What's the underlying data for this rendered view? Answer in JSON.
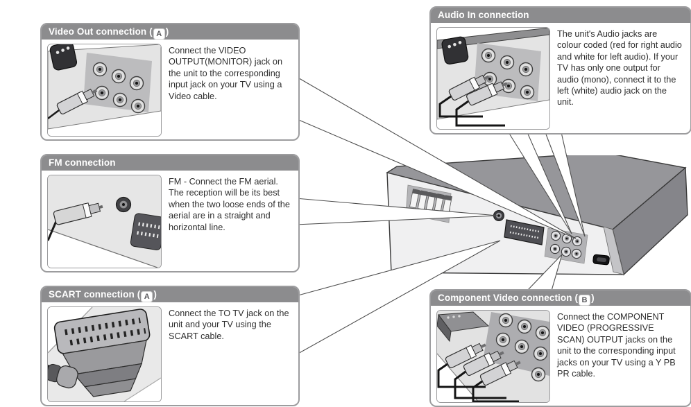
{
  "page": {
    "kind": "user-manual connection diagram",
    "background": "#ffffff"
  },
  "colors": {
    "callout_header_bg": "#8c8c8e",
    "callout_header_text": "#ffffff",
    "callout_border": "#9c9c9e",
    "body_text": "#2e2e2e",
    "leader_line": "#4e4e4e",
    "unit_top_face": "#96969a",
    "unit_side_face": "#85858a",
    "unit_panel_face": "#f0f0f1"
  },
  "callouts": [
    {
      "key": "video-out",
      "title_pre": "Video Out connection (",
      "badge": "A",
      "title_post": ")",
      "body": "Connect the VIDEO OUTPUT(MONITOR) jack on the unit to the corresponding input jack on your TV using a Video cable."
    },
    {
      "key": "audio-in",
      "title_pre": "Audio In connection",
      "badge": "",
      "title_post": "",
      "body": "The unit's Audio jacks are colour coded (red for right audio and white for left audio). If your TV has only one output for audio (mono), connect it to the left (white) audio jack on the unit."
    },
    {
      "key": "fm",
      "title_pre": "FM connection",
      "badge": "",
      "title_post": "",
      "body": "FM - Connect the FM aerial. The reception will be its best when the two loose ends of the aerial are in a straight and horizontal line."
    },
    {
      "key": "scart",
      "title_pre": "SCART connection (",
      "badge": "A",
      "title_post": ")",
      "body": "Connect the TO TV jack on the unit and your TV using the SCART cable."
    },
    {
      "key": "component",
      "title_pre": "Component Video connection (",
      "badge": "B",
      "title_post": ")",
      "body": "Connect the COMPONENT VIDEO (PROGRESSIVE SCAN) OUTPUT jacks on the unit to the corresponding input jacks on your TV using a Y PB PR cable."
    }
  ],
  "illustrations": {
    "unit": "dvd-unit-rear-panel",
    "video_out": "rca-jack-panel-with-video-plug",
    "audio_in": "two-audio-plugs-into-rca-jacks",
    "fm": "fm-aerial-plug-and-round-jack",
    "scart": "scart-plug-closeup",
    "component": "three-component-plugs-into-rca-jacks"
  }
}
